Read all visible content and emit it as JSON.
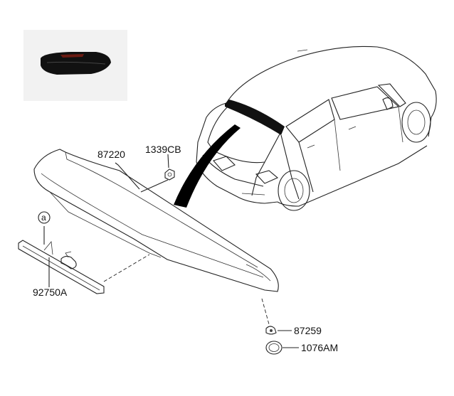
{
  "parts": {
    "spoiler": "87220",
    "nut": "1339CB",
    "brake_lamp": "92750A",
    "clip": "87259",
    "grommet": "1076AM"
  },
  "callout": {
    "marker": "a"
  },
  "icons": {
    "thumbnail": "spoiler-photo-icon",
    "car": "hatchback-car-icon"
  }
}
